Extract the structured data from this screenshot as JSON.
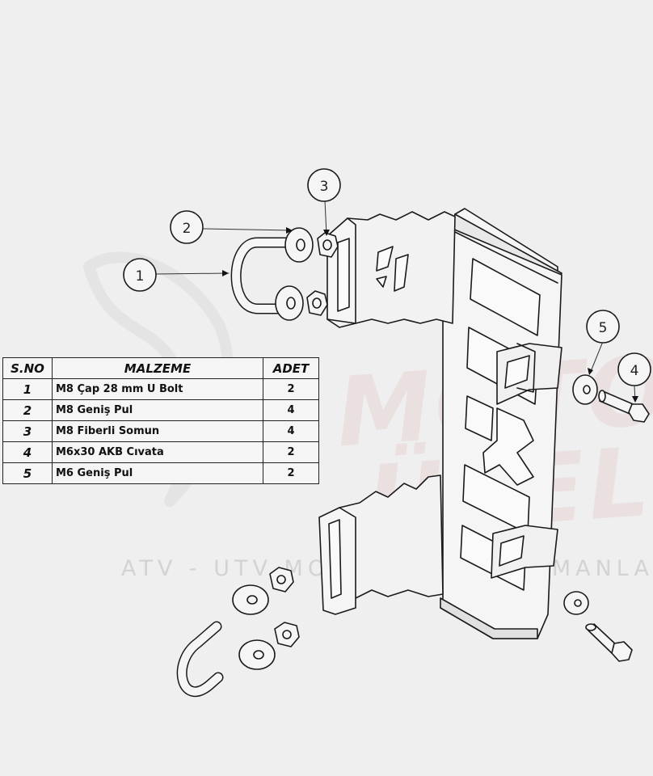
{
  "watermark": {
    "brand_line1": "MOTO",
    "brand_line2": "ÜZEL",
    "subtitle": "ATV - UTV MOTOSİKLET EKİPMANLARI"
  },
  "table": {
    "headers": [
      "S.NO",
      "MALZEME",
      "ADET"
    ],
    "rows": [
      {
        "no": "1",
        "material": "M8 Çap 28 mm U Bolt",
        "qty": "2"
      },
      {
        "no": "2",
        "material": "M8 Geniş Pul",
        "qty": "4"
      },
      {
        "no": "3",
        "material": "M8 Fiberli Somun",
        "qty": "4"
      },
      {
        "no": "4",
        "material": "M6x30 AKB Cıvata",
        "qty": "2"
      },
      {
        "no": "5",
        "material": "M6 Geniş Pul",
        "qty": "2"
      }
    ]
  },
  "callouts": {
    "c1": "1",
    "c2": "2",
    "c3": "3",
    "c4": "4",
    "c5": "5"
  }
}
